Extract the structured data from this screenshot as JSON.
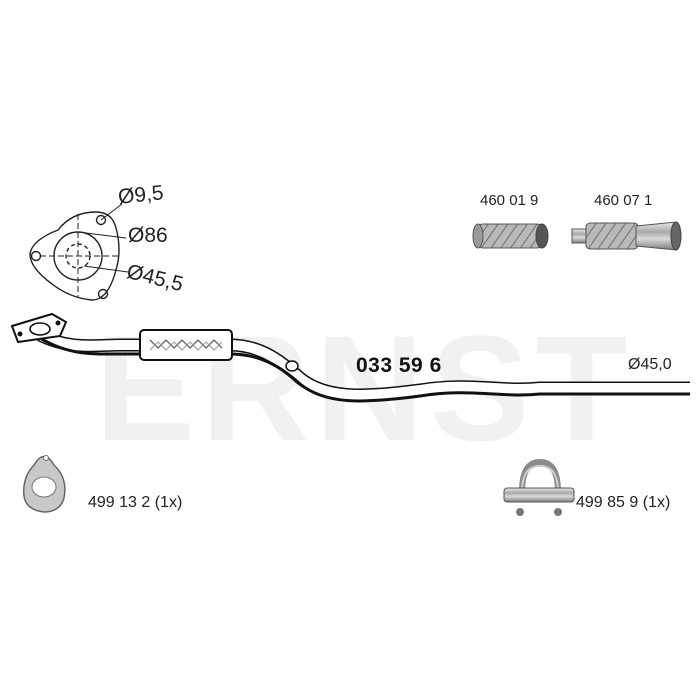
{
  "watermark": "ERNST",
  "flange_dims": {
    "bolt_hole": "Ø9,5",
    "bolt_circle": "Ø86",
    "bore": "Ø45,5"
  },
  "main_part": {
    "number": "033 59 6",
    "outlet_diameter": "Ø45,0"
  },
  "flex_pipes": [
    {
      "code": "460 01 9"
    },
    {
      "code": "460 07 1"
    }
  ],
  "accessories": [
    {
      "label": "499 13 2 (1x)",
      "icon": "gasket-icon"
    },
    {
      "label": "499 85 9 (1x)",
      "icon": "clamp-icon"
    }
  ],
  "colors": {
    "line": "#111111",
    "watermark": "#f0f0f0"
  }
}
